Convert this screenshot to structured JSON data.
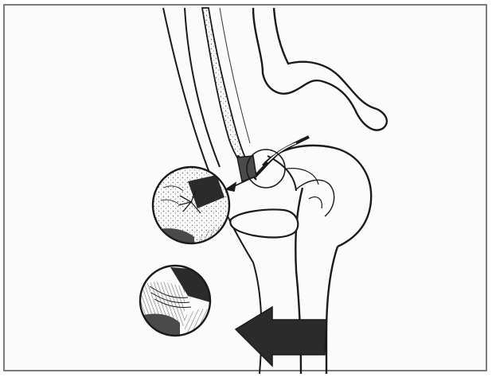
{
  "figure": {
    "colors": {
      "ink": "#1a1a1a",
      "paper": "#fbfbfb",
      "frame": "#7a7a7a",
      "shade": "#4a4a4a",
      "arrow": "#2b2b2b"
    },
    "content": [
      "scapula-outline",
      "acromion",
      "humerus",
      "humeral-head",
      "biceps-muscle-belly",
      "biceps-tendon",
      "tendon-tear-site",
      "detail-circle-torn-tendon",
      "detail-circle-tendon-fibers",
      "force-direction-arrow"
    ]
  }
}
